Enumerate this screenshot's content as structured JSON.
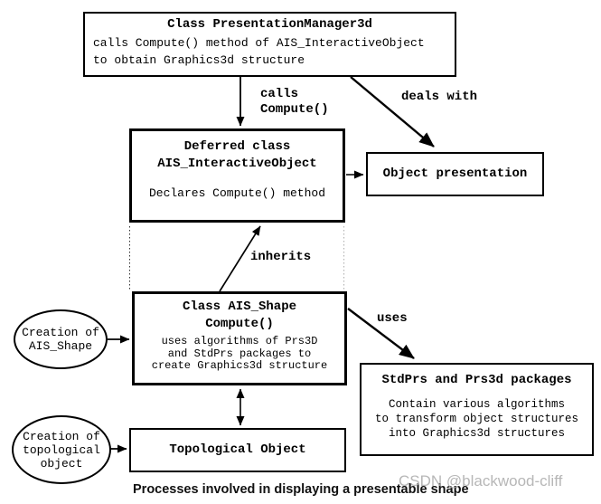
{
  "diagram": {
    "boxes": {
      "presentation_manager": {
        "title": "Class PresentationManager3d",
        "body": "calls Compute() method of AIS_InteractiveObject\nto obtain Graphics3d structure"
      },
      "deferred": {
        "title": "Deferred class\nAIS_InteractiveObject",
        "body": "Declares Compute() method"
      },
      "object_presentation": {
        "title": "Object presentation"
      },
      "ais_shape": {
        "title": "Class AIS_Shape\nCompute()",
        "body": "uses algorithms of Prs3D\nand StdPrs packages to\ncreate Graphics3d structure"
      },
      "stdprs_packages": {
        "title": "StdPrs and Prs3d packages",
        "body": "Contain various algorithms\nto transform object structures\ninto Graphics3d structures"
      },
      "topological_object": {
        "title": "Topological Object"
      }
    },
    "ellipses": {
      "creation_ais_shape": {
        "text": "Creation of\nAIS_Shape"
      },
      "creation_topological": {
        "text": "Creation of\ntopological\nobject"
      }
    },
    "edge_labels": {
      "calls_compute": "calls\nCompute()",
      "deals_with": "deals with",
      "inherits": "inherits",
      "uses": "uses"
    },
    "caption": "Processes involved in displaying a presentable shape",
    "watermark": "CSDN @blackwood-cliff",
    "colors": {
      "background": "#ffffff",
      "ink": "#000000",
      "watermark_gray": "#aaaaaa",
      "dotted_left": "#333333",
      "dotted_right": "#b5b5b5"
    }
  }
}
